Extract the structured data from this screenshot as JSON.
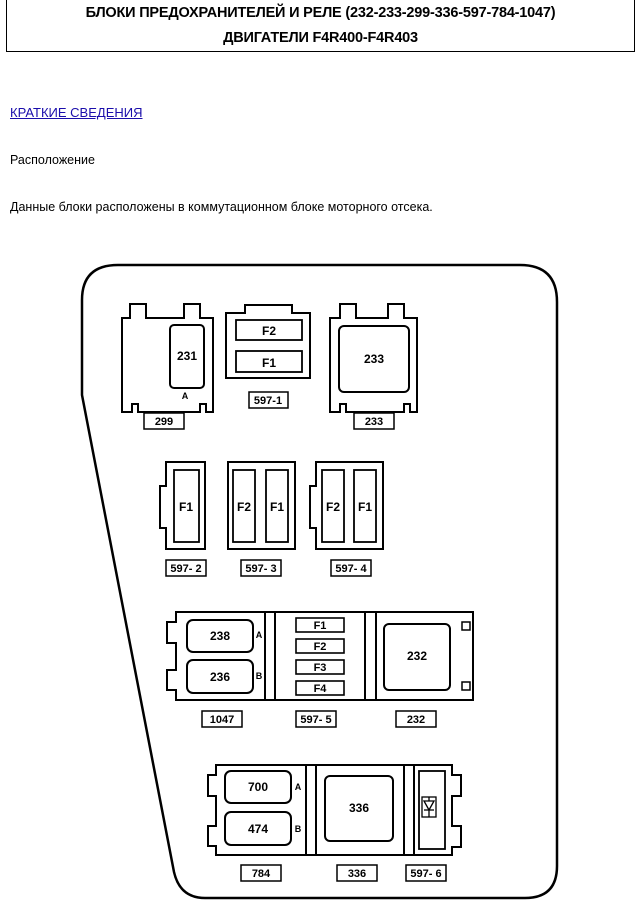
{
  "header": {
    "title_line1": "БЛОКИ ПРЕДОХРАНИТЕЛЕЙ И РЕЛЕ (232-233-299-336-597-784-1047)",
    "title_line2": "ДВИГАТЕЛИ F4R400-F4R403"
  },
  "link_summary": "КРАТКИЕ СВЕДЕНИЯ",
  "section_location": "Расположение",
  "location_text": "Данные блоки расположены в коммутационном блоке моторного отсека.",
  "diagram": {
    "row1": {
      "relay231": "231",
      "pin_a": "A",
      "label299": "299",
      "f2": "F2",
      "f1": "F1",
      "label5971": "597-1",
      "relay233": "233",
      "label233": "233"
    },
    "row2": {
      "b2_f1": "F1",
      "label5972": "597- 2",
      "b3_f2": "F2",
      "b3_f1": "F1",
      "label5973": "597- 3",
      "b4_f2": "F2",
      "b4_f1": "F1",
      "label5974": "597- 4"
    },
    "row3": {
      "relay238": "238",
      "relay236": "236",
      "pin_a": "A",
      "pin_b": "B",
      "f1": "F1",
      "f2": "F2",
      "f3": "F3",
      "f4": "F4",
      "relay232": "232",
      "label1047": "1047",
      "label5975": "597- 5",
      "label232": "232"
    },
    "row4": {
      "relay700": "700",
      "relay474": "474",
      "pin_a": "A",
      "pin_b": "B",
      "relay336": "336",
      "label784": "784",
      "label336": "336",
      "label5976": "597- 6"
    }
  }
}
